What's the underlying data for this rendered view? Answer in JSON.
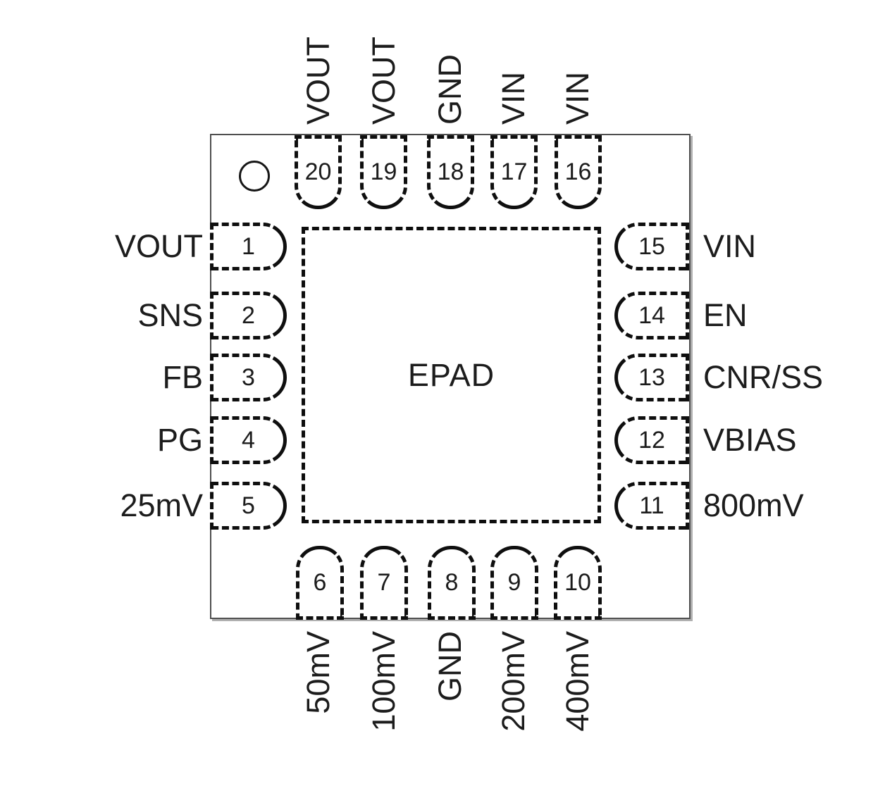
{
  "epad": {
    "label": "EPAD"
  },
  "pins": {
    "top": [
      {
        "number": "20",
        "label": "VOUT"
      },
      {
        "number": "19",
        "label": "VOUT"
      },
      {
        "number": "18",
        "label": "GND"
      },
      {
        "number": "17",
        "label": "VIN"
      },
      {
        "number": "16",
        "label": "VIN"
      }
    ],
    "left": [
      {
        "number": "1",
        "label": "VOUT"
      },
      {
        "number": "2",
        "label": "SNS"
      },
      {
        "number": "3",
        "label": "FB"
      },
      {
        "number": "4",
        "label": "PG"
      },
      {
        "number": "5",
        "label": "25mV"
      }
    ],
    "right": [
      {
        "number": "15",
        "label": "VIN"
      },
      {
        "number": "14",
        "label": "EN"
      },
      {
        "number": "13",
        "label": "CNR/SS"
      },
      {
        "number": "12",
        "label": "VBIAS"
      },
      {
        "number": "11",
        "label": "800mV"
      }
    ],
    "bottom": [
      {
        "number": "6",
        "label": "50mV"
      },
      {
        "number": "7",
        "label": "100mV"
      },
      {
        "number": "8",
        "label": "GND"
      },
      {
        "number": "9",
        "label": "200mV"
      },
      {
        "number": "10",
        "label": "400mV"
      }
    ]
  },
  "icons": {
    "pin1_indicator": "pin1-indicator-circle"
  },
  "colors": {
    "background": "#ffffff",
    "stroke": "#0f0f0f",
    "text": "#1c1c1c",
    "chip_border": "#4f4f4f",
    "chip_shadow": "#b0b0b0"
  }
}
